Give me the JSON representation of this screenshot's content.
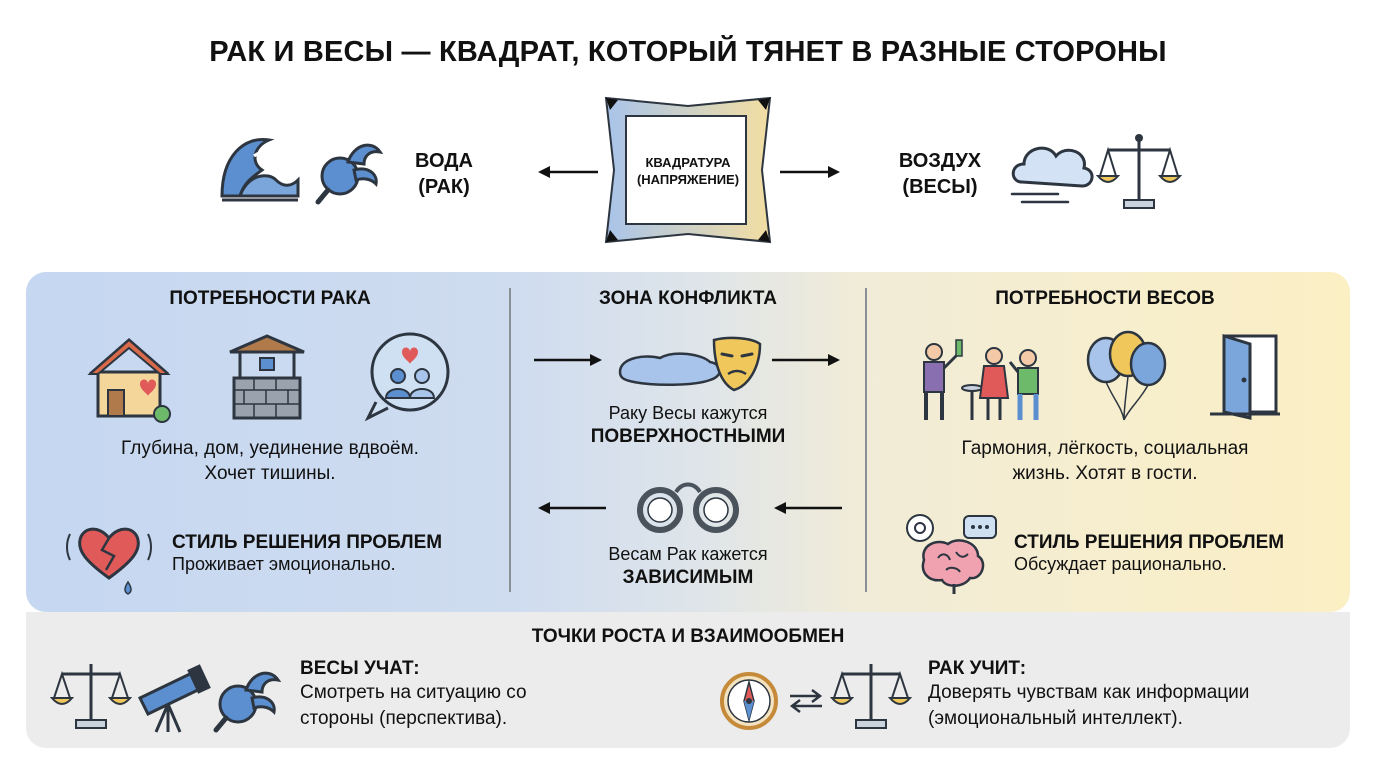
{
  "title": "РАК И ВЕСЫ — КВАДРАТ, КОТОРЫЙ ТЯНЕТ В РАЗНЫЕ СТОРОНЫ",
  "header": {
    "water_label_1": "ВОДА",
    "water_label_2": "(РАК)",
    "square_label_1": "КВАДРАТУРА",
    "square_label_2": "(НАПРЯЖЕНИЕ)",
    "air_label_1": "ВОЗДУХ",
    "air_label_2": "(ВЕСЫ)"
  },
  "cancer_needs": {
    "heading": "ПОТРЕБНОСТИ РАКА",
    "text_1": "Глубина, дом, уединение вдвоём.",
    "text_2": "Хочет тишины.",
    "style_heading": "СТИЛЬ РЕШЕНИЯ ПРОБЛЕМ",
    "style_text": "Проживает эмоционально."
  },
  "conflict": {
    "heading": "ЗОНА КОНФЛИКТА",
    "line_1": "Раку Весы кажутся",
    "line_1_bold": "ПОВЕРХНОСТНЫМИ",
    "line_2": "Весам Рак кажется",
    "line_2_bold": "ЗАВИСИМЫМ"
  },
  "libra_needs": {
    "heading": "ПОТРЕБНОСТИ ВЕСОВ",
    "text_1": "Гармония, лёгкость, социальная",
    "text_2": "жизнь. Хотят в гости.",
    "style_heading": "СТИЛЬ РЕШЕНИЯ ПРОБЛЕМ",
    "style_text": "Обсуждает рационально."
  },
  "growth": {
    "heading": "ТОЧКИ РОСТА И ВЗАИМООБМЕН",
    "libra_teach_heading": "ВЕСЫ УЧАТ:",
    "libra_teach_1": "Смотреть на ситуацию со",
    "libra_teach_2": "стороны (перспектива).",
    "cancer_teach_heading": "РАК УЧИТ:",
    "cancer_teach_1": "Доверять чувствам как информации",
    "cancer_teach_2": "(эмоциональный интеллект)."
  },
  "colors": {
    "blue_accent": "#5b8fd0",
    "gold_accent": "#f0c75a",
    "dark_outline": "#2d3640",
    "heart_red": "#e05a5a"
  }
}
